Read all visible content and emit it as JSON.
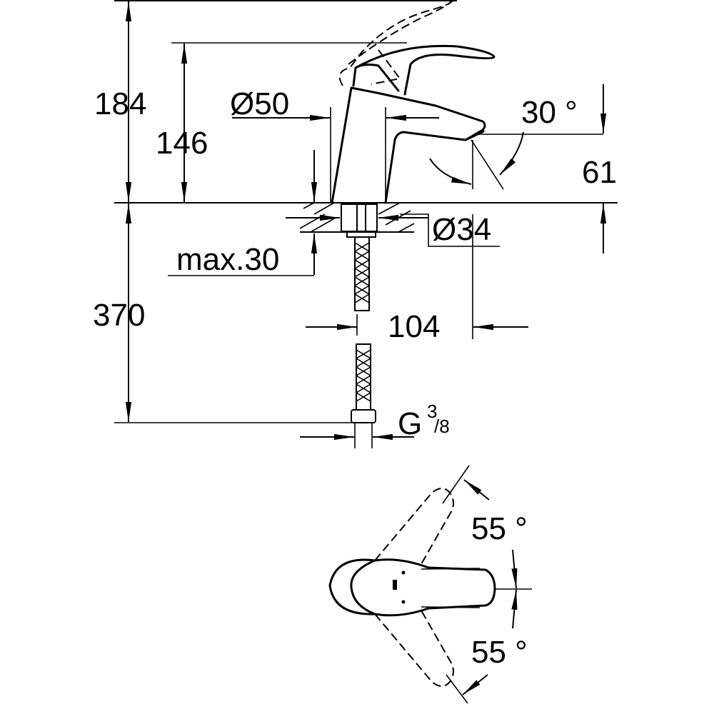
{
  "dimensions": {
    "total_height": "184",
    "spout_height": "146",
    "body_diameter": "Ø50",
    "spout_angle": "30 °",
    "outlet_height": "61",
    "hole_diameter": "Ø34",
    "max_deck_thickness": "max.30",
    "hose_length": "370",
    "spout_reach": "104",
    "thread_letter": "G",
    "thread_numerator": "3",
    "thread_denominator": "/8",
    "lever_angle_upper": "55 °",
    "lever_angle_lower": "55 °"
  }
}
